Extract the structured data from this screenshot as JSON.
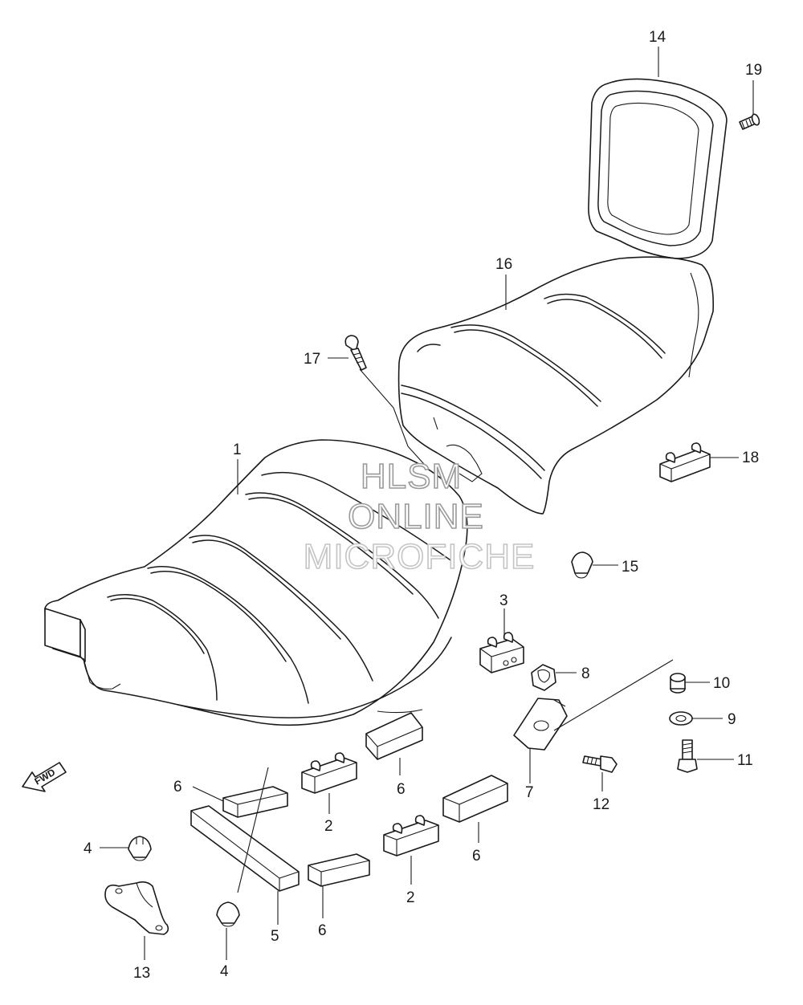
{
  "watermark": {
    "line1": "HLSM",
    "line2": "ONLINE",
    "line3": "MICROFICHE"
  },
  "direction_arrow": {
    "label": "FWD",
    "icon": "fwd-arrow-icon"
  },
  "callouts": [
    {
      "id": "c1",
      "label": "1"
    },
    {
      "id": "c2a",
      "label": "2"
    },
    {
      "id": "c2b",
      "label": "2"
    },
    {
      "id": "c3",
      "label": "3"
    },
    {
      "id": "c4a",
      "label": "4"
    },
    {
      "id": "c4b",
      "label": "4"
    },
    {
      "id": "c5",
      "label": "5"
    },
    {
      "id": "c6a",
      "label": "6"
    },
    {
      "id": "c6b",
      "label": "6"
    },
    {
      "id": "c6c",
      "label": "6"
    },
    {
      "id": "c6d",
      "label": "6"
    },
    {
      "id": "c7",
      "label": "7"
    },
    {
      "id": "c8",
      "label": "8"
    },
    {
      "id": "c9",
      "label": "9"
    },
    {
      "id": "c10",
      "label": "10"
    },
    {
      "id": "c11",
      "label": "11"
    },
    {
      "id": "c12",
      "label": "12"
    },
    {
      "id": "c13",
      "label": "13"
    },
    {
      "id": "c14",
      "label": "14"
    },
    {
      "id": "c15",
      "label": "15"
    },
    {
      "id": "c16",
      "label": "16"
    },
    {
      "id": "c17",
      "label": "17"
    },
    {
      "id": "c18",
      "label": "18"
    },
    {
      "id": "c19",
      "label": "19"
    }
  ]
}
